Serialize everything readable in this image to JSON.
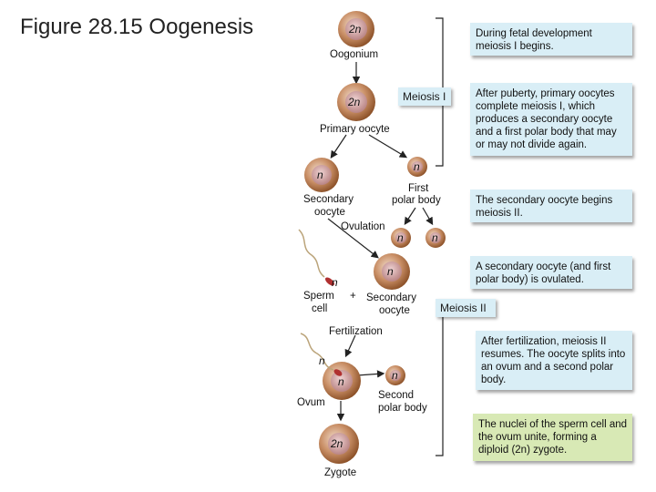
{
  "title": "Figure 28.15 Oogenesis",
  "ploidy": {
    "diploid": "2n",
    "haploid": "n"
  },
  "cells": {
    "oogonium": "Oogonium",
    "primary_oocyte": "Primary oocyte",
    "secondary_oocyte_1": "Secondary",
    "secondary_oocyte_2": "oocyte",
    "first_polar_1": "First",
    "first_polar_2": "polar body",
    "ovulation": "Ovulation",
    "sperm_1": "Sperm",
    "sperm_2": "cell",
    "plus": "+",
    "sec_oocyte_b1": "Secondary",
    "sec_oocyte_b2": "oocyte",
    "fertilization": "Fertilization",
    "ovum": "Ovum",
    "second_polar_1": "Second",
    "second_polar_2": "polar body",
    "zygote": "Zygote"
  },
  "tags": {
    "meiosis1": "Meiosis I",
    "meiosis2": "Meiosis II"
  },
  "notes": {
    "n1": "During fetal development meiosis I begins.",
    "n2": "After puberty, primary oocytes complete meiosis I, which produces a secondary oocyte and a first polar body that may or may not divide again.",
    "n3": "The secondary oocyte begins meiosis II.",
    "n4": "A secondary oocyte (and first polar body) is ovulated.",
    "n5": "After fertilization, meiosis II resumes. The oocyte splits into an ovum and a second polar body.",
    "n6": "The nuclei of the sperm cell and the ovum unite, forming a diploid (2n) zygote."
  },
  "colors": {
    "note_blue": "#d9eef6",
    "note_green": "#d8e9b5",
    "cell_outer": "#a0653a",
    "cell_inner": "#c99a8c",
    "sperm_head": "#b03030"
  }
}
